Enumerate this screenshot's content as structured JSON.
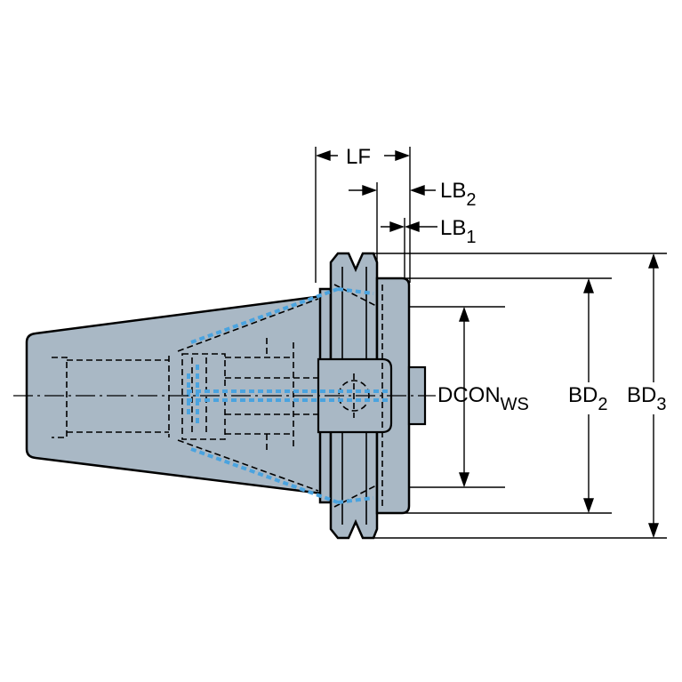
{
  "labels": {
    "lf": "LF",
    "lb2_main": "LB",
    "lb2_sub": "2",
    "lb1_main": "LB",
    "lb1_sub": "1",
    "dcon_main": "DCON",
    "dcon_sub": "WS",
    "bd2_main": "BD",
    "bd2_sub": "2",
    "bd3_main": "BD",
    "bd3_sub": "3"
  },
  "colors": {
    "body": "#a9b8c5",
    "outline": "#000000",
    "hidden": "#000000",
    "coolant": "#4aa3df",
    "background": "#ffffff"
  }
}
